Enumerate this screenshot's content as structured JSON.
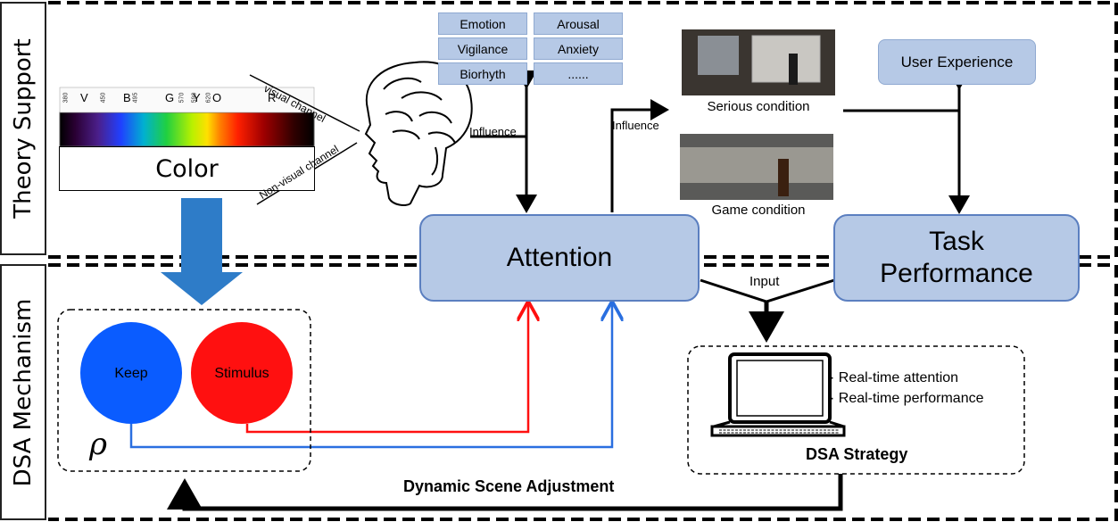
{
  "sections": {
    "theory_support": "Theory Support",
    "dsa_mechanism": "DSA Mechanism"
  },
  "spectrum": {
    "letters": [
      "V",
      "B",
      "G",
      "Y",
      "O",
      "R"
    ],
    "ticks": [
      "380",
      "450",
      "495",
      "570",
      "590",
      "620"
    ]
  },
  "color_box": "Color",
  "channels": {
    "visual": "visual channel",
    "non_visual": "Non-visual channel"
  },
  "influence_1": "Influence",
  "influence_2": "Influence",
  "factors": {
    "left": [
      "Emotion",
      "Vigilance",
      "Biorhyth"
    ],
    "right": [
      "Arousal",
      "Anxiety",
      "......"
    ]
  },
  "conditions": {
    "serious": "Serious condition",
    "game": "Game condition"
  },
  "user_experience": "User Experience",
  "attention": "Attention",
  "task_performance": "Task Performance",
  "input": "Input",
  "keep": "Keep",
  "stimulus": "Stimulus",
  "rho": "ρ",
  "dsa_bullets": [
    "· Real-time attention",
    "· Real-time performance"
  ],
  "dsa_strategy": "DSA Strategy",
  "dynamic_scene_adjustment": "Dynamic Scene Adjustment",
  "colors": {
    "box_fill": "#b6c9e6",
    "box_border": "#5b7fc0",
    "keep": "#0a5cff",
    "stimulus": "#ff1010",
    "arrow_down": "#2e7cc8"
  }
}
